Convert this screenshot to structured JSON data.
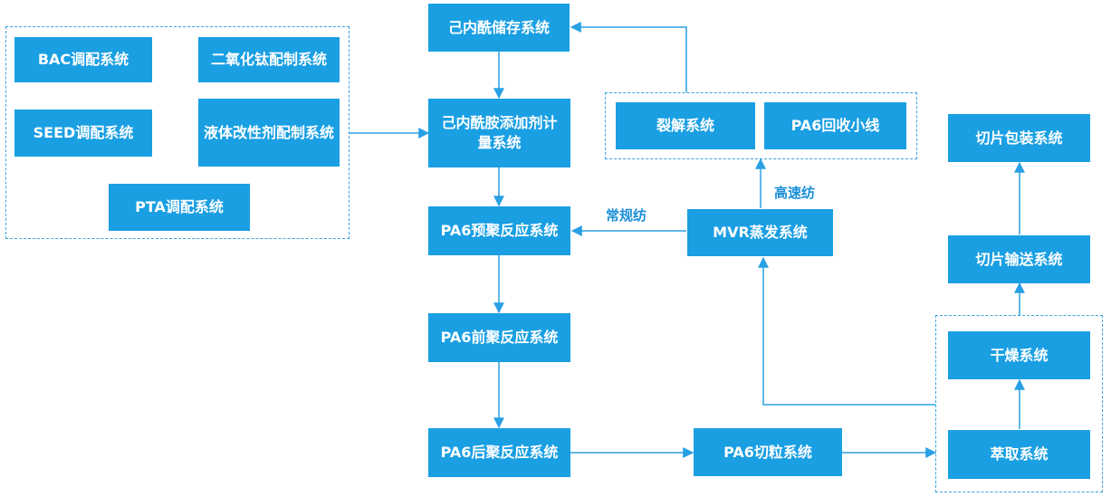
{
  "colors": {
    "box": "#1a9fe3",
    "line": "#2aa0e4",
    "label": "#1a8fd8"
  },
  "prep_group": {
    "bac": "BAC调配系统",
    "tio2": "二氧化钛配制系统",
    "seed": "SEED调配系统",
    "liquid_modifier": "液体改性剂配制系统",
    "pta": "PTA调配系统"
  },
  "main_chain": {
    "caprolactam_storage": "己内酰储存系统",
    "caprolactam_dosing": "己内酰胺添加剂计量系统",
    "prepoly": "PA6预聚反应系统",
    "front_poly": "PA6前聚反应系统",
    "post_poly": "PA6后聚反应系统",
    "cutting": "PA6切粒系统"
  },
  "recovery_group": {
    "cracking": "裂解系统",
    "recovery_line": "PA6回收小线"
  },
  "mvr": {
    "label": "MVR蒸发系统",
    "to_prepoly": "常规纺",
    "to_recovery": "高速纺"
  },
  "chip_group": {
    "extraction": "萃取系统",
    "drying": "干燥系统"
  },
  "chip_output": {
    "conveying": "切片输送系统",
    "packing": "切片包装系统"
  }
}
